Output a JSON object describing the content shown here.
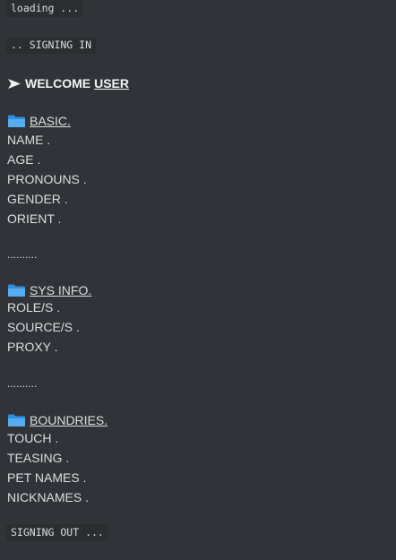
{
  "loading_text": "loading ...",
  "signing_in_text": ".. SIGNING IN",
  "welcome": {
    "prefix": "WELCOME",
    "user": "USER"
  },
  "sections": [
    {
      "title": "BASIC.",
      "items": [
        "NAME .",
        "AGE .",
        "PRONOUNS .",
        "GENDER .",
        "ORIENT ."
      ]
    },
    {
      "title": "SYS INFO.",
      "items": [
        "ROLE/S .",
        "SOURCE/S .",
        "PROXY ."
      ]
    },
    {
      "title": "BOUNDRIES.",
      "items": [
        "TOUCH .",
        "TEASING .",
        "PET NAMES .",
        "NICKNAMES ."
      ]
    }
  ],
  "separator": "..........",
  "signing_out_text": "SIGNING OUT ..."
}
